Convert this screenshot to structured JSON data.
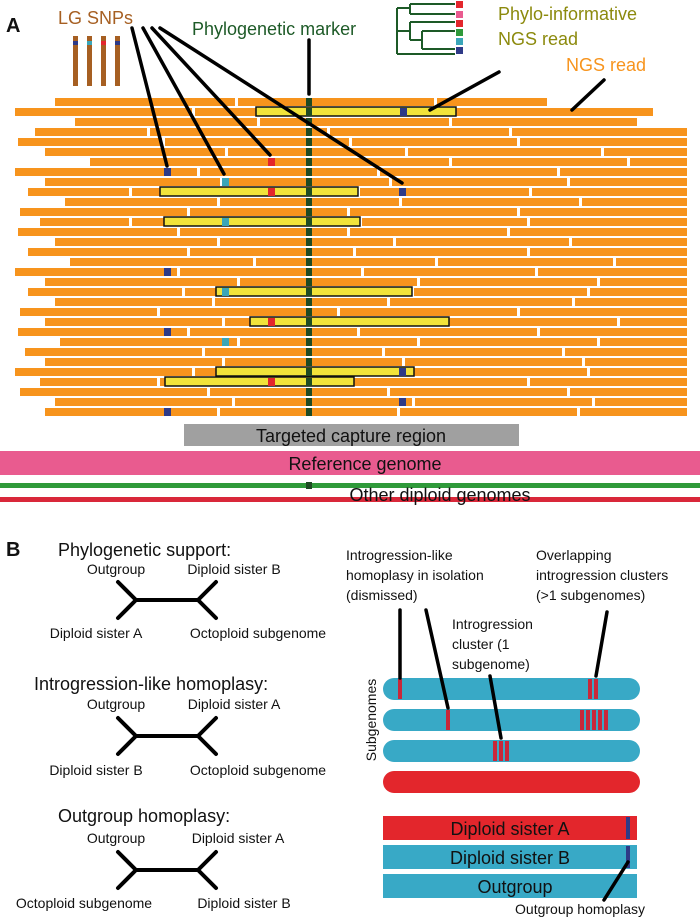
{
  "panel_a": {
    "label": "A",
    "lg_snps_label": "LG SNPs",
    "phylo_marker_label": "Phylogenetic marker",
    "phylo_informative_label_1": "Phylo-informative",
    "phylo_informative_label_2": "NGS read",
    "ngs_read_label": "NGS read",
    "capture_label": "Targeted capture region",
    "reference_label": "Reference genome",
    "other_diploid_label": "Other diploid genomes"
  },
  "panel_b": {
    "label": "B",
    "trees": [
      {
        "title": "Phylogenetic support:",
        "top_left": "Outgroup",
        "top_right": "Diploid sister B",
        "bottom_left": "Diploid sister A",
        "bottom_right": "Octoploid subgenome"
      },
      {
        "title": "Introgression-like homoplasy:",
        "top_left": "Outgroup",
        "top_right": "Diploid sister A",
        "bottom_left": "Diploid sister B",
        "bottom_right": "Octoploid subgenome"
      },
      {
        "title": "Outgroup homoplasy:",
        "top_left": "Outgroup",
        "top_right": "Diploid sister A",
        "bottom_left": "Octoploid subgenome",
        "bottom_right": "Diploid sister B"
      }
    ],
    "annotations": {
      "isolation_1": "Introgression-like",
      "isolation_2": "homoplasy in isolation",
      "isolation_3": "(dismissed)",
      "overlap_1": "Overlapping",
      "overlap_2": "introgression clusters",
      "overlap_3": "(>1 subgenomes)",
      "cluster_1": "Introgression",
      "cluster_2": "cluster (1",
      "cluster_3": "subgenome)"
    },
    "subgenomes_label": "Subgenomes",
    "bars": {
      "diploid_a": "Diploid sister A",
      "diploid_b": "Diploid sister B",
      "outgroup": "Outgroup"
    },
    "outgroup_homoplasy_label": "Outgroup homoplasy"
  },
  "colors": {
    "read_orange": "#f7941d",
    "phylo_read_yellow": "#f2e33a",
    "marker_green": "#1e4a23",
    "snp_navy": "#2e3a87",
    "snp_teal": "#3aa6b9",
    "snp_red": "#e3262c",
    "capture_gray": "#a0a0a0",
    "reference_pink": "#e95b8f",
    "diploid_green": "#2f9a3a",
    "diploid_red": "#d9283a",
    "lg_brown": "#a65f22",
    "subgenome_blue": "#38a9c6",
    "dark_green_text": "#1d5a27",
    "olive_text": "#8c8a0d"
  }
}
